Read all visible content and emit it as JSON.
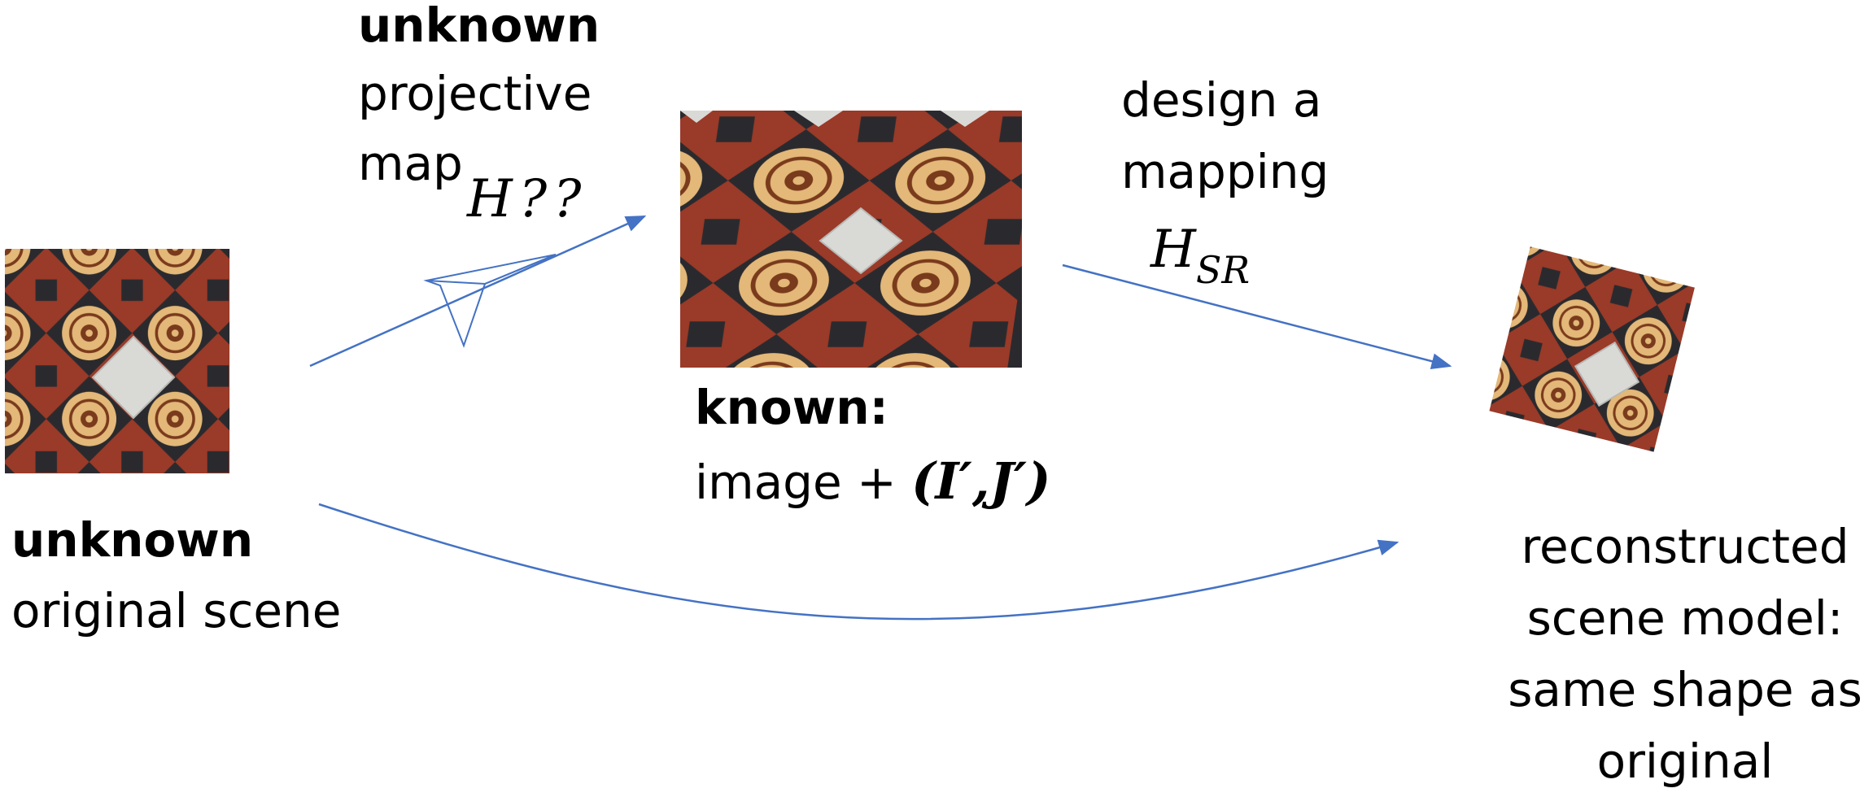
{
  "left": {
    "bold": "unknown",
    "text": "original scene"
  },
  "top_arrow": {
    "bold": "unknown",
    "line1": "projective",
    "line2": "map",
    "math": "H??"
  },
  "middle": {
    "bold": "known:",
    "text_prefix": "image + ",
    "math": "(I′,J′)"
  },
  "right_arrow": {
    "line1": "design a",
    "line2": "mapping",
    "math_main": "H",
    "math_sub": "SR"
  },
  "right": {
    "lines": [
      "reconstructed",
      "scene model:",
      "same shape as",
      "original"
    ]
  },
  "colors": {
    "arrow": "#4472c4",
    "tile_black": "#2a2a2e",
    "tile_red": "#9a3a28",
    "tile_cream": "#e3b878",
    "tile_white": "#d9d9d6"
  }
}
